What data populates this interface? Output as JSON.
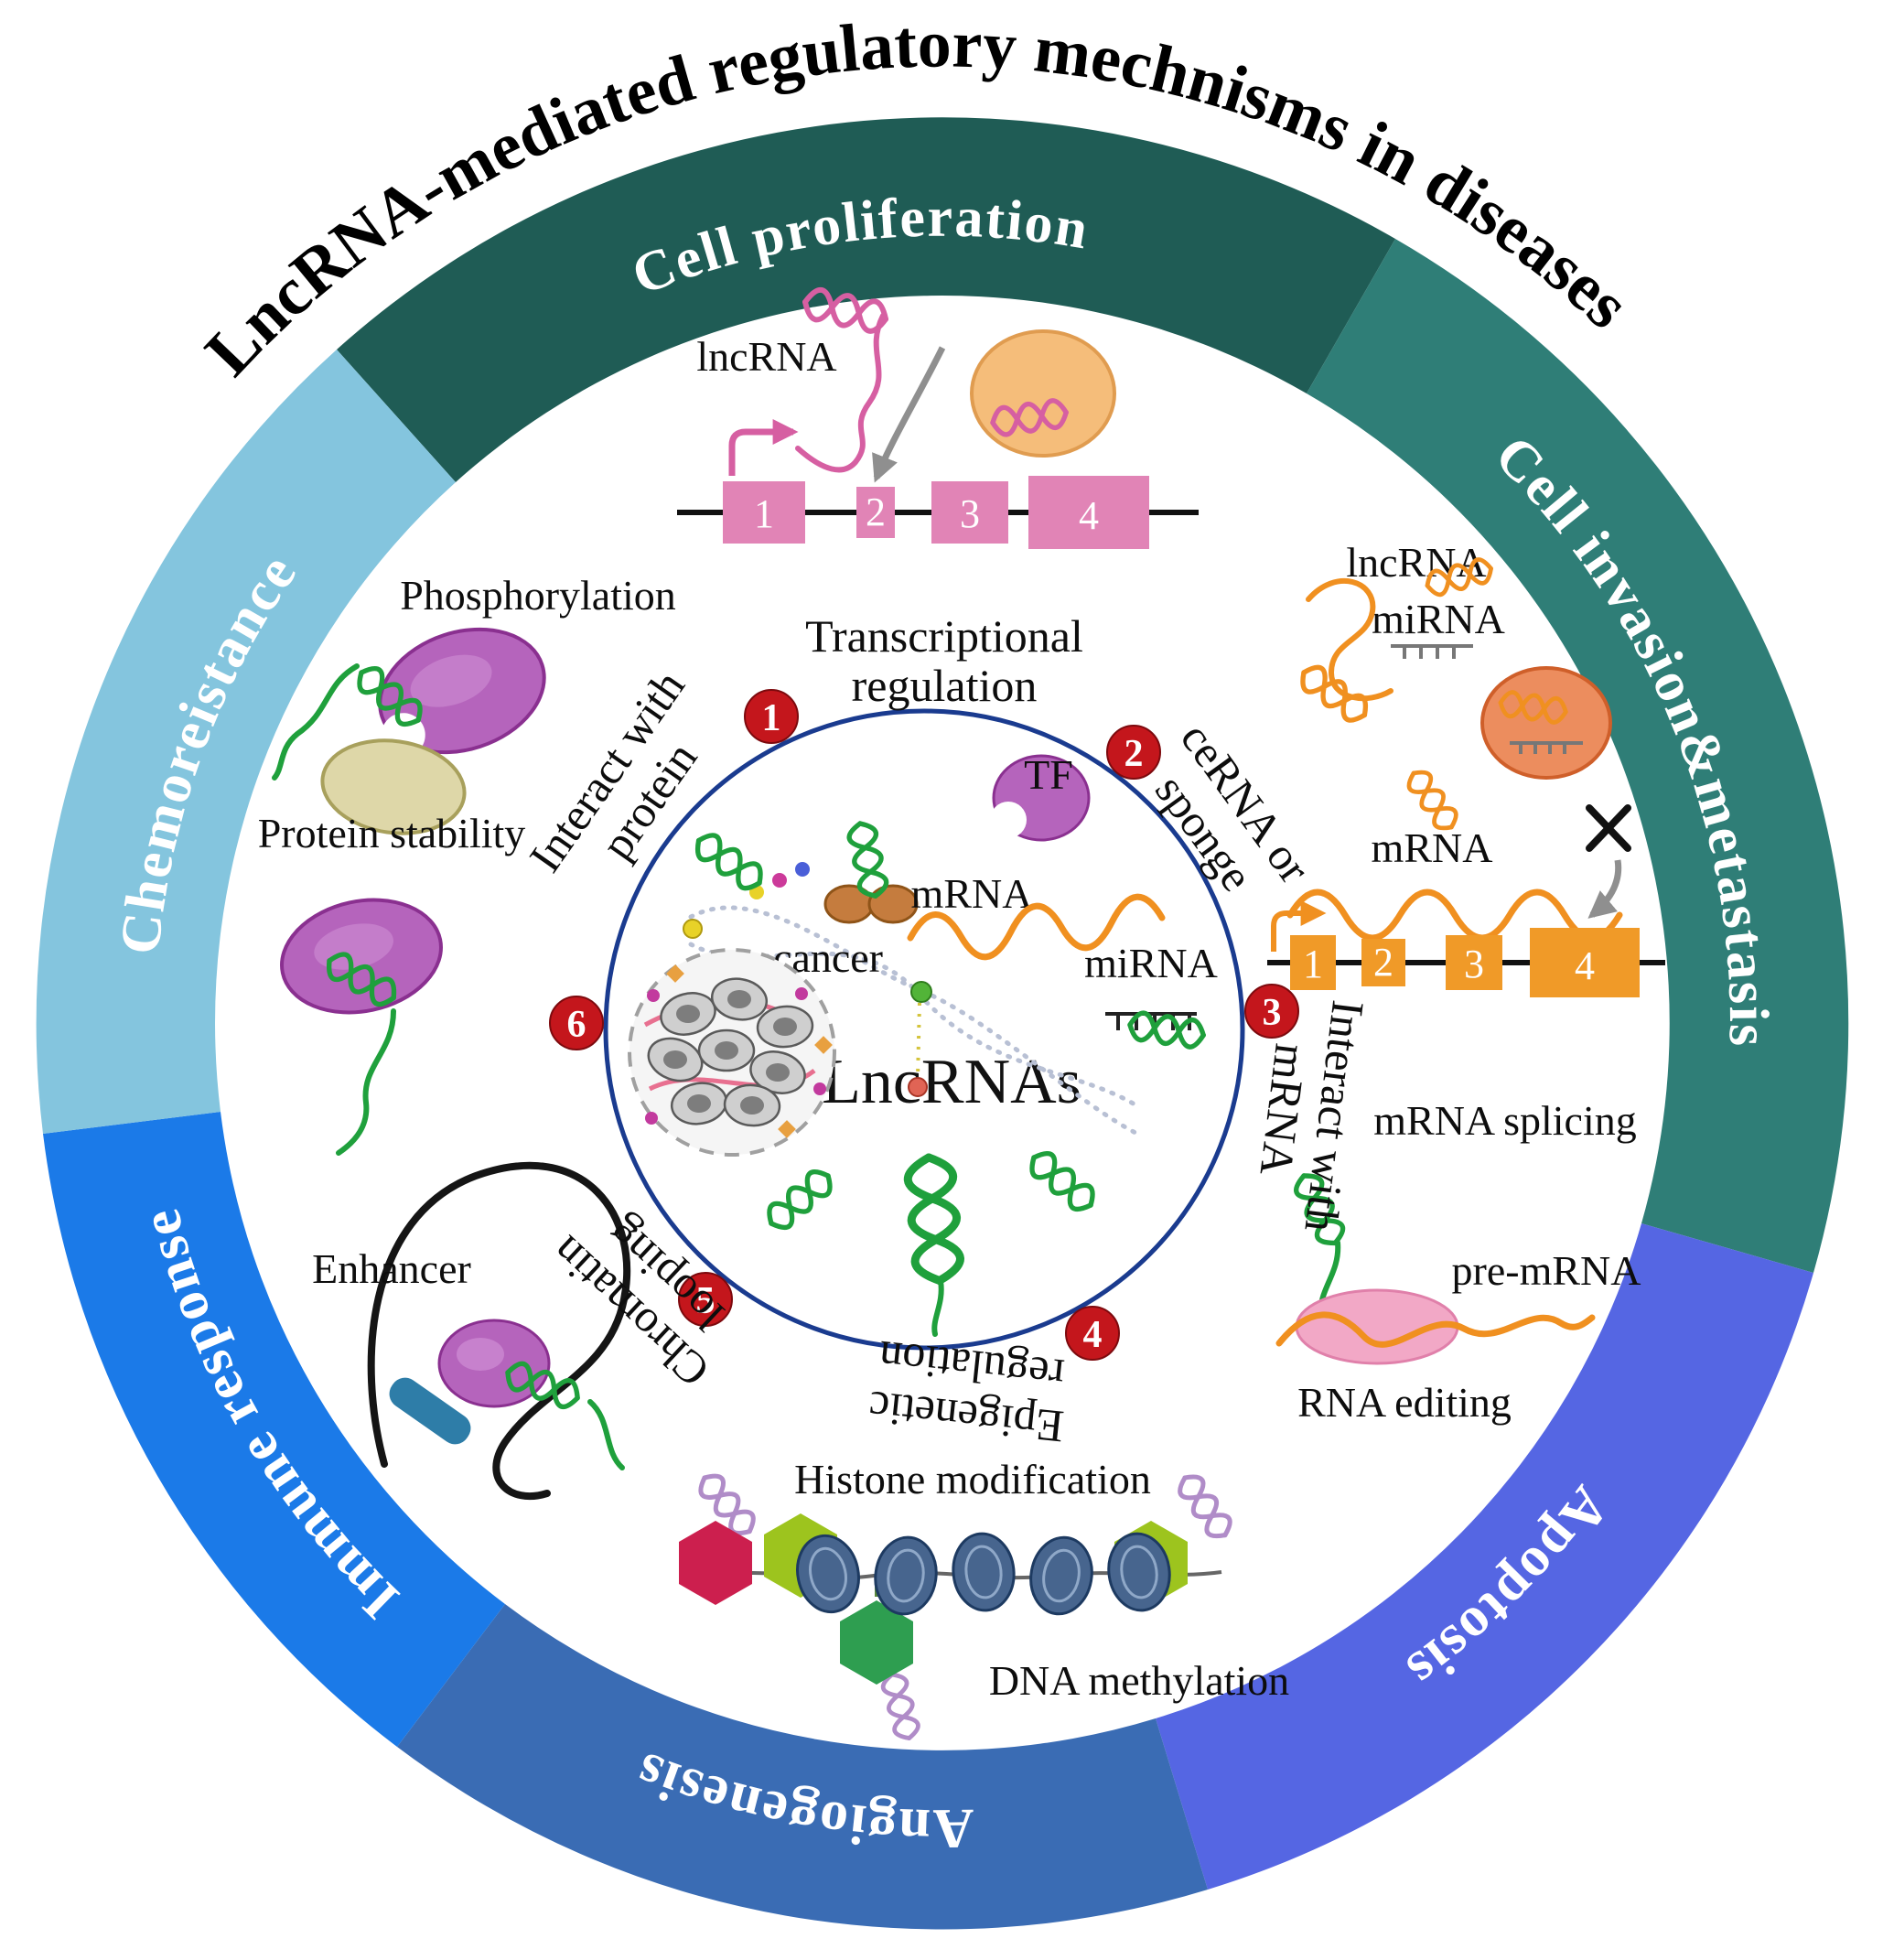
{
  "title": "LncRNA-mediated regulatory mechnisms in diseases",
  "ring": {
    "segments": [
      {
        "label": "Cell proliferation",
        "color": "#1f5c55"
      },
      {
        "label": "Cell invasion&metastasis",
        "color": "#2f7e77"
      },
      {
        "label": "Apoptosis",
        "color": "#5566e3"
      },
      {
        "label": "Angiogenesis",
        "color": "#3a6cb4"
      },
      {
        "label": "Immune response",
        "color": "#1b7ae8"
      },
      {
        "label": "Chemoreistance",
        "color": "#84c5de"
      }
    ]
  },
  "center": {
    "title": "LncRNAs",
    "cancer": "cancer",
    "mrna": "mRNA",
    "mirna": "miRNA",
    "tf": "TF"
  },
  "mechanisms": [
    {
      "num": "1",
      "line1": "Transcriptional",
      "line2": "regulation"
    },
    {
      "num": "2",
      "line1": "ceRNA or",
      "line2": "sponge"
    },
    {
      "num": "3",
      "line1": "Interact with",
      "line2": "mRNA"
    },
    {
      "num": "4",
      "line1": "Epigenetic",
      "line2": "regulation"
    },
    {
      "num": "5",
      "line1": "Chromatin",
      "line2": "looping"
    },
    {
      "num": "6",
      "line1": "Interact with",
      "line2": "protein"
    }
  ],
  "transcription": {
    "lncrna": "lncRNA",
    "exons": [
      "1",
      "2",
      "3",
      "4"
    ]
  },
  "cerna": {
    "lncrna": "lncRNA",
    "mirna": "miRNA",
    "mrna": "mRNA",
    "exons": [
      "1",
      "2",
      "3",
      "4"
    ]
  },
  "splicing": {
    "title": "mRNA splicing",
    "premrna": "pre-mRNA",
    "editing": "RNA editing"
  },
  "epigenetic": {
    "histone": "Histone modification",
    "dna": "DNA methylation"
  },
  "looping": {
    "enhancer": "Enhancer"
  },
  "protein_interaction": {
    "phosphorylation": "Phosphorylation",
    "stability": "Protein stability"
  },
  "palette": {
    "badge": "#c4161c",
    "inner_circle_stroke": "#1a3b8f",
    "lncrna_green": "#1fa03c",
    "mrna_orange": "#f09020",
    "pink": "#d65fa2",
    "protein_purple": "#b564bc",
    "exon_pink": "#e184b6",
    "exon_orange": "#f09a28",
    "histone_blue": "#47658e",
    "hex_red": "#cc1f4e",
    "hex_yellowgreen": "#9dc41e",
    "hex_green": "#2e9e50",
    "enhancer_blue": "#2e7da8"
  }
}
